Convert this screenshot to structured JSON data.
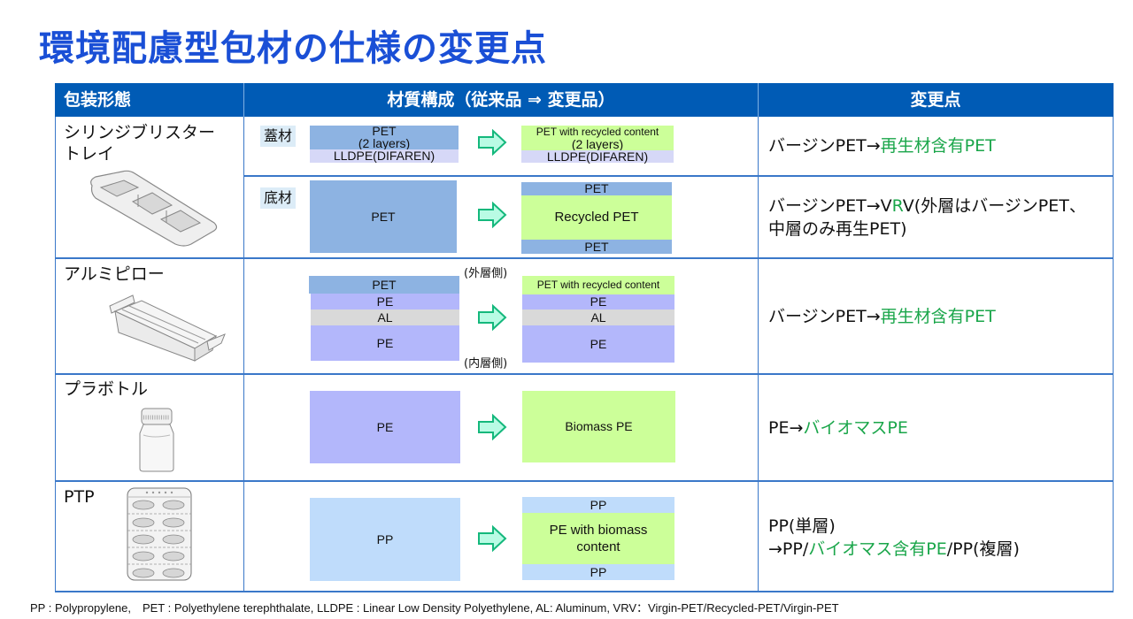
{
  "title": "環境配慮型包材の仕様の変更点",
  "table": {
    "headers": [
      "包装形態",
      "材質構成（従来品 ⇒ 変更品）",
      "変更点"
    ],
    "rows": [
      {
        "package": "シリンジブリスタートレイ",
        "package_line1": "シリンジブリスター",
        "package_line2": "トレイ",
        "illustration": "blister-tray-icon",
        "sub_rows": [
          {
            "tag": "蓋材",
            "before": [
              "PET",
              "(2 layers)",
              "LLDPE(DIFAREN)"
            ],
            "after": [
              "PET with recycled content",
              "(2 layers)",
              "LLDPE(DIFAREN)"
            ],
            "change": {
              "prefix": "バージンPET→",
              "highlight": "再生材含有PET",
              "suffix": ""
            }
          },
          {
            "tag": "底材",
            "before": [
              "PET"
            ],
            "after": [
              "PET",
              "Recycled PET",
              "PET"
            ],
            "change": {
              "prefix": "バージンPET→V",
              "highlight": "R",
              "suffix": "V(外層はバージンPET、",
              "line2": "中層のみ再生PET)"
            }
          }
        ]
      },
      {
        "package": "アルミピロー",
        "illustration": "aluminum-pillow-icon",
        "outer_label": "(外層側)",
        "inner_label": "(内層側)",
        "before": [
          "PET",
          "PE",
          "AL",
          "PE"
        ],
        "after": [
          "PET with recycled content",
          "PE",
          "AL",
          "PE"
        ],
        "change": {
          "prefix": "バージンPET→",
          "highlight": "再生材含有PET",
          "suffix": ""
        }
      },
      {
        "package": "プラボトル",
        "illustration": "plastic-bottle-icon",
        "before": [
          "PE"
        ],
        "after": [
          "Biomass PE"
        ],
        "change": {
          "prefix": "PE→",
          "highlight": "バイオマスPE",
          "suffix": ""
        }
      },
      {
        "package": "PTP",
        "illustration": "ptp-blister-pack-icon",
        "before": [
          "PP"
        ],
        "after": [
          "PP",
          "PE with biomass content",
          "PP"
        ],
        "change": {
          "line1": "PP(単層)",
          "prefix": "→PP/",
          "highlight": "バイオマス含有PE",
          "suffix": "/PP(複層)"
        }
      }
    ]
  },
  "footnote": "PP : Polypropylene,　PET : Polyethylene terephthalate,  LLDPE : Linear Low Density Polyethylene,  AL: Aluminum,  VRV：Virgin-PET/Recycled-PET/Virgin-PET",
  "colors": {
    "title": "#1a4fd6",
    "header_bg": "#005bb5",
    "border": "#3a78c9",
    "pet": "#8db3e2",
    "pe": "#b3b7fb",
    "lldpe": "#d6d8f7",
    "al": "#d9d9d9",
    "recycled_biomass": "#ccff99",
    "pp": "#bfdcfb",
    "highlight_text": "#1aa64a",
    "arrow_fill": "#b9fbe4",
    "arrow_stroke": "#14b87c"
  }
}
